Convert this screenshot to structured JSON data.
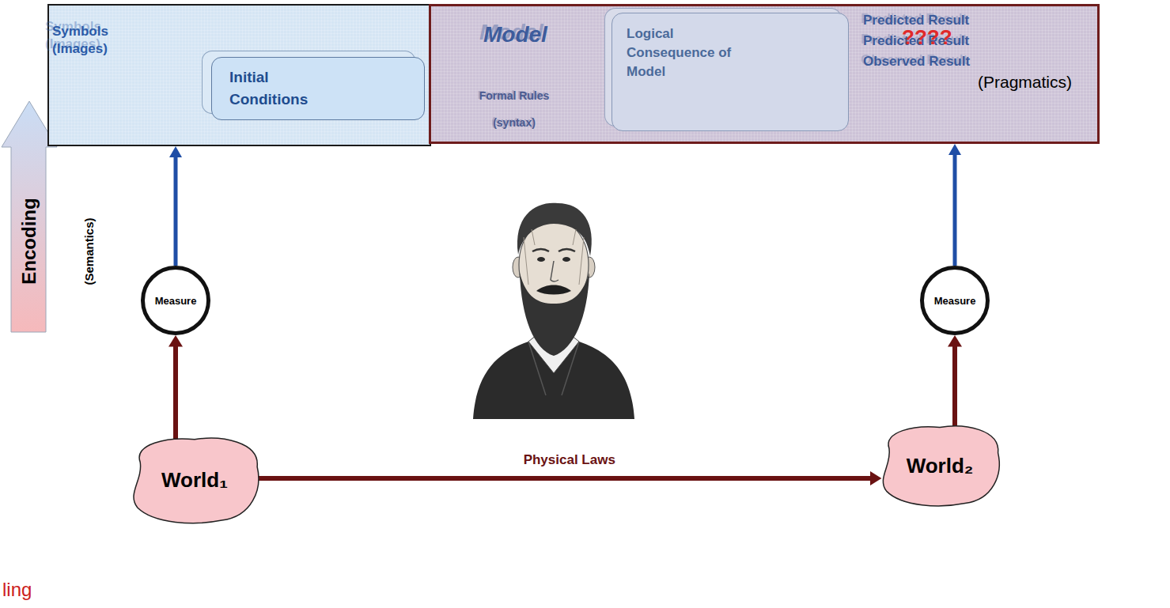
{
  "diagram": {
    "nodes": [
      {
        "text": [
          "Symbols (Images)"
        ]
      },
      {
        "text": [
          "Initial Conditions"
        ],
        "in": 0
      },
      {
        "text": [
          "Model",
          "Formal Rules (syntax)",
          "Predicted Result",
          "Predicted Result",
          "Observed Result"
        ]
      },
      {
        "text": [
          "Logical Consequence of Model"
        ],
        "in": 2
      },
      {
        "text": [
          "Measure"
        ]
      },
      {
        "text": [
          "Measure"
        ]
      },
      {
        "text": [
          "World₁"
        ]
      },
      {
        "text": [
          "World₂"
        ]
      }
    ],
    "edges": [
      {
        "from": 1,
        "to": 3,
        "arrow": "to"
      },
      {
        "from": 6,
        "to": 4,
        "arrow": "to"
      },
      {
        "from": 4,
        "to": 0,
        "arrow": "to"
      },
      {
        "from": 6,
        "to": 7,
        "label": "Physical Laws",
        "arrow": "to"
      },
      {
        "from": 7,
        "to": 5,
        "arrow": "to"
      },
      {
        "from": 5,
        "to": 2,
        "arrow": "to"
      }
    ],
    "labels": [
      "Encoding",
      "(Semantics)",
      "????",
      "(Pragmatics)",
      "ling"
    ]
  }
}
